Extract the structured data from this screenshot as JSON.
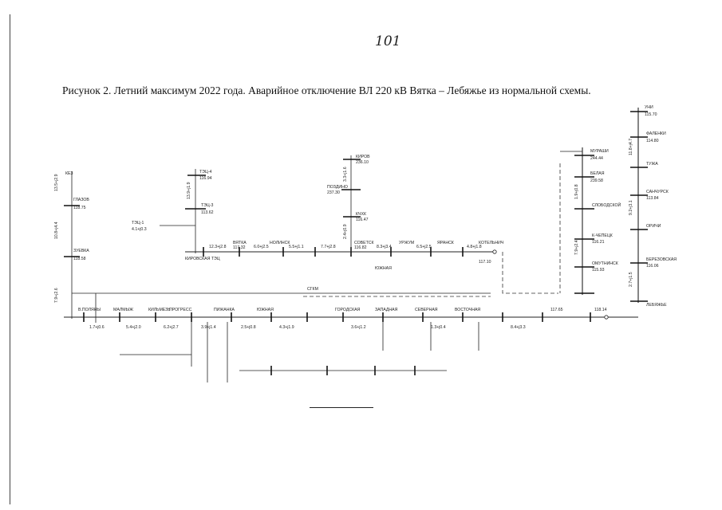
{
  "page_number": "101",
  "caption": "Рисунок 2. Летний максимум 2022 года. Аварийное отключение ВЛ 220 кВ Вятка – Лебяжье из нормальной схемы.",
  "labels": {
    "vyatka": "ВЯТКА",
    "kirov": "КИРОВ",
    "kirovskaya_tec": "КИРОВСКАЯ ТЭЦ",
    "yuzhnaya": "ЮЖНАЯ",
    "progress": "ПРОГРЕСС",
    "lebyazhye": "ЛЕБЯЖЬЕ",
    "berezovskaya": "БЕРЕЗОВСКАЯ",
    "gorodskaya": "ГОРОДСКАЯ",
    "zapadnaya": "ЗАПАДНАЯ",
    "severnaya": "СЕВЕРНАЯ",
    "vostochnaya": "ВОСТОЧНАЯ",
    "nolinsk": "НОЛИНСК",
    "sovetsk": "СОВЕТСК",
    "urzhum": "УРЖУМ",
    "yaransk": "ЯРАНСК",
    "kotelnich": "КОТЕЛЬНИЧ",
    "murashi": "МУРАШИ",
    "belaya": "БЕЛАЯ",
    "zuevka": "ЗУЕВКА",
    "omutninsk": "ОМУТНИНСК",
    "slobodskoy": "СЛОБОДСКОЙ",
    "kirovo_chepetsk": "К-ЧЕПЕЦК",
    "vyatskie_polyany": "В.ПОЛЯНЫ",
    "malmyzh": "МАЛМЫЖ",
    "kilmez": "КИЛЬМЕЗЬ",
    "pizhanka": "ПИЖАНКА",
    "tuzha": "ТУЖА",
    "sanchursk": "САНЧУРСК",
    "orichi": "ОРИЧИ",
    "uni": "УНИ",
    "fale": "ФАЛЕНКИ",
    "kez": "КЕЗ",
    "glazov": "ГЛАЗОВ",
    "tec1": "ТЭЦ-1",
    "tec3": "ТЭЦ-3",
    "tec4": "ТЭЦ-4",
    "sgkm": "СГКМ",
    "kchhk": "КЧХК",
    "pozdino": "ПОЗДИНО"
  },
  "values": {
    "v1": "244.44",
    "v2": "239.58",
    "v3": "118.75",
    "v4": "118.58",
    "v5": "116.94",
    "v6": "237.30",
    "v7": "113.62",
    "v8": "117.32",
    "v9": "236.10",
    "v10": "116.82",
    "v11": "117.10",
    "v12": "116.47",
    "v13": "116.21",
    "v14": "115.93",
    "v15": "115.70",
    "v16": "114.80",
    "v17": "113.84",
    "v18": "116.06",
    "v19": "117.65",
    "v20": "118.14",
    "f1": "13.5+j2.9",
    "f2": "10.8+j4.4",
    "f3": "7.9+j2.6",
    "f4": "4.1+j0.3",
    "f5": "13.9+j1.9",
    "f6": "12.3+j2.8",
    "f7": "6.0+j2.5",
    "f8": "5.5+j1.1",
    "f9": "7.7+j2.8",
    "f10": "8.3+j3.4",
    "f11": "6.5+j2.5",
    "f12": "4.8+j1.8",
    "f13": "3.3+j1.6",
    "f14": "2.4+j0.9",
    "f15": "1.9+j0.8",
    "f16": "7.9+j2.4",
    "f17": "11.8+j4.7",
    "f18": "9.2+j3.1",
    "f19": "2.7+j1.5",
    "f20": "1.7+j0.6",
    "f21": "5.4+j2.0",
    "f22": "6.2+j2.7",
    "f23": "3.9+j1.4",
    "f24": "2.5+j0.8",
    "f25": "4.3+j1.9",
    "f26": "3.6+j1.2",
    "f27": "1.3+j0.4",
    "f28": "8.4+j3.3"
  }
}
